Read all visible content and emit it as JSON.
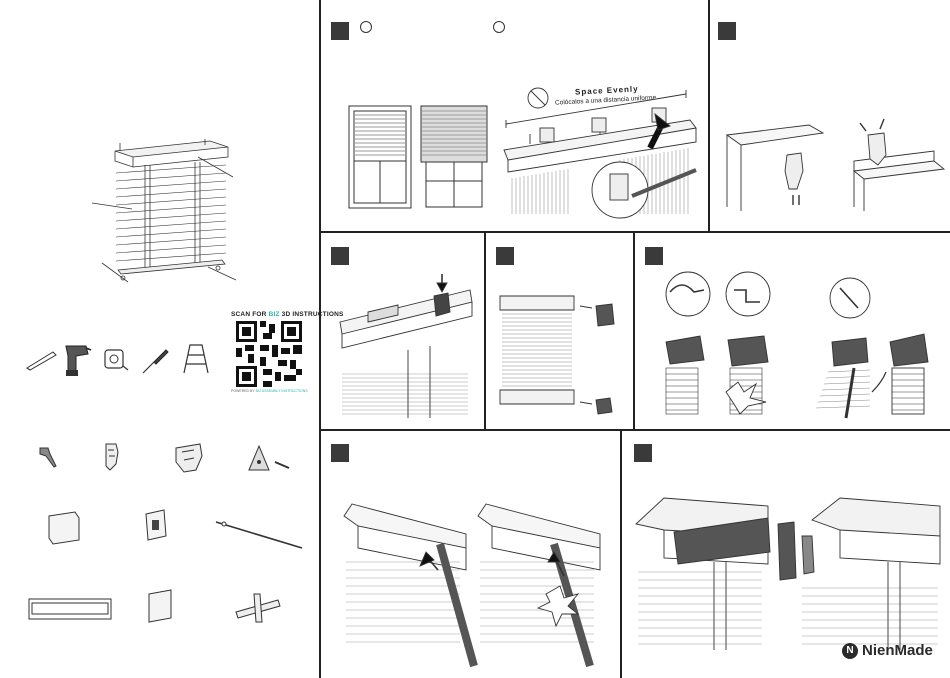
{
  "qr": {
    "caption_prefix": "SCAN FOR ",
    "caption_highlight": "BIZ",
    "caption_suffix": " 3D INSTRUCTIONS",
    "powered_prefix": "POWERED BY ",
    "powered_highlight": "BIZ ASSEMBLY INSTRUCTIONS"
  },
  "step1": {
    "space_evenly": "Space Evenly",
    "space_evenly_es": "Colócalos a una distancia uniforme"
  },
  "brand": {
    "name": "NienMade",
    "logo_letter": "N"
  },
  "colors": {
    "step_badge": "#3a3a3a",
    "qr_accent": "#2bb3b3",
    "line": "#222222"
  }
}
